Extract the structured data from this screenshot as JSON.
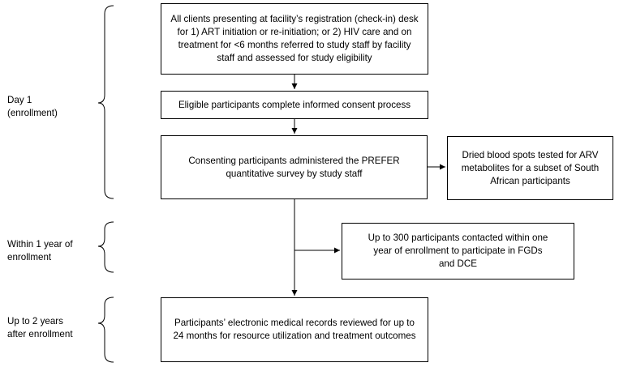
{
  "phases": [
    {
      "label": "Day 1\n(enrollment)"
    },
    {
      "label": "Within 1 year of\nenrollment"
    },
    {
      "label": "Up to 2 years\nafter enrollment"
    }
  ],
  "boxes": {
    "screening": "All clients presenting at facility’s registration (check-in) desk\nfor 1) ART initiation or re-initiation; or 2) HIV care and on\ntreatment for <6 months referred to study staff by facility\nstaff and assessed for study eligibility",
    "consent": "Eligible participants complete informed consent process",
    "survey": "Consenting participants administered the PREFER\nquantitative survey by study staff",
    "blood_spots": "Dried blood spots tested for ARV\nmetabolites for a subset of South\nAfrican participants",
    "fgd_dce": "Up to 300 participants contacted within one\nyear of enrollment to participate in FGDs\nand DCE",
    "records": "Participants’ electronic medical records reviewed for up to\n24 months for resource utilization and treatment outcomes"
  },
  "colors": {
    "line": "#000000",
    "box_border": "#000000",
    "brace": "#000000",
    "background": "#ffffff"
  }
}
